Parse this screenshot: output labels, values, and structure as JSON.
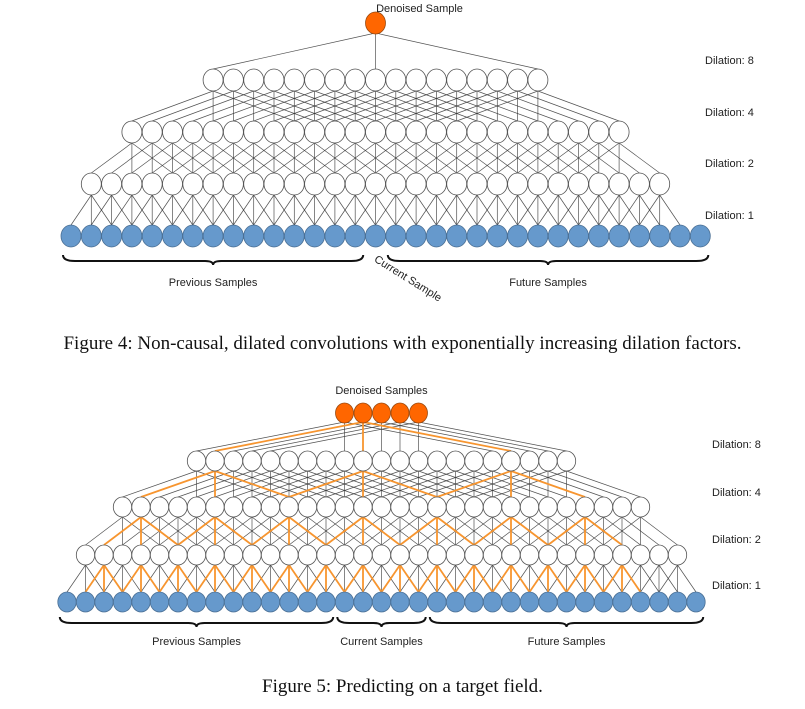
{
  "figures": [
    {
      "id": "fig4",
      "caption": "Figure 4: Non-causal, dilated convolutions with exponentially increasing dilation factors.",
      "output_label": "Denoised Sample",
      "num_inputs": 32,
      "outputs": [
        15
      ],
      "layers": [
        {
          "label": "Dilation: 1",
          "dilation": 1
        },
        {
          "label": "Dilation: 2",
          "dilation": 2
        },
        {
          "label": "Dilation: 4",
          "dilation": 4
        },
        {
          "label": "Dilation: 8",
          "dilation": 8
        }
      ],
      "groups": [
        {
          "label": "Previous Samples",
          "from": 0,
          "to": 14
        },
        {
          "label": "Current Sample",
          "from": 15,
          "to": 15,
          "rotated": true
        },
        {
          "label": "Future Samples",
          "from": 16,
          "to": 31
        }
      ],
      "highlight_path": false
    },
    {
      "id": "fig5",
      "caption": "Figure 5: Predicting on a target field.",
      "output_label": "Denoised Samples",
      "num_inputs": 35,
      "outputs": [
        15,
        16,
        17,
        18,
        19
      ],
      "highlighted_output": 16,
      "layers": [
        {
          "label": "Dilation: 1",
          "dilation": 1
        },
        {
          "label": "Dilation: 2",
          "dilation": 2
        },
        {
          "label": "Dilation: 4",
          "dilation": 4
        },
        {
          "label": "Dilation: 8",
          "dilation": 8
        }
      ],
      "groups": [
        {
          "label": "Previous Samples",
          "from": 0,
          "to": 14
        },
        {
          "label": "Current Samples",
          "from": 15,
          "to": 19
        },
        {
          "label": "Future Samples",
          "from": 20,
          "to": 34
        }
      ],
      "highlight_path": true
    }
  ],
  "colors": {
    "input_fill": "#6699cc",
    "output_fill": "#ff6600",
    "hidden_fill": "#ffffff",
    "highlight_edge": "#f7952f",
    "edge": "#333333"
  }
}
